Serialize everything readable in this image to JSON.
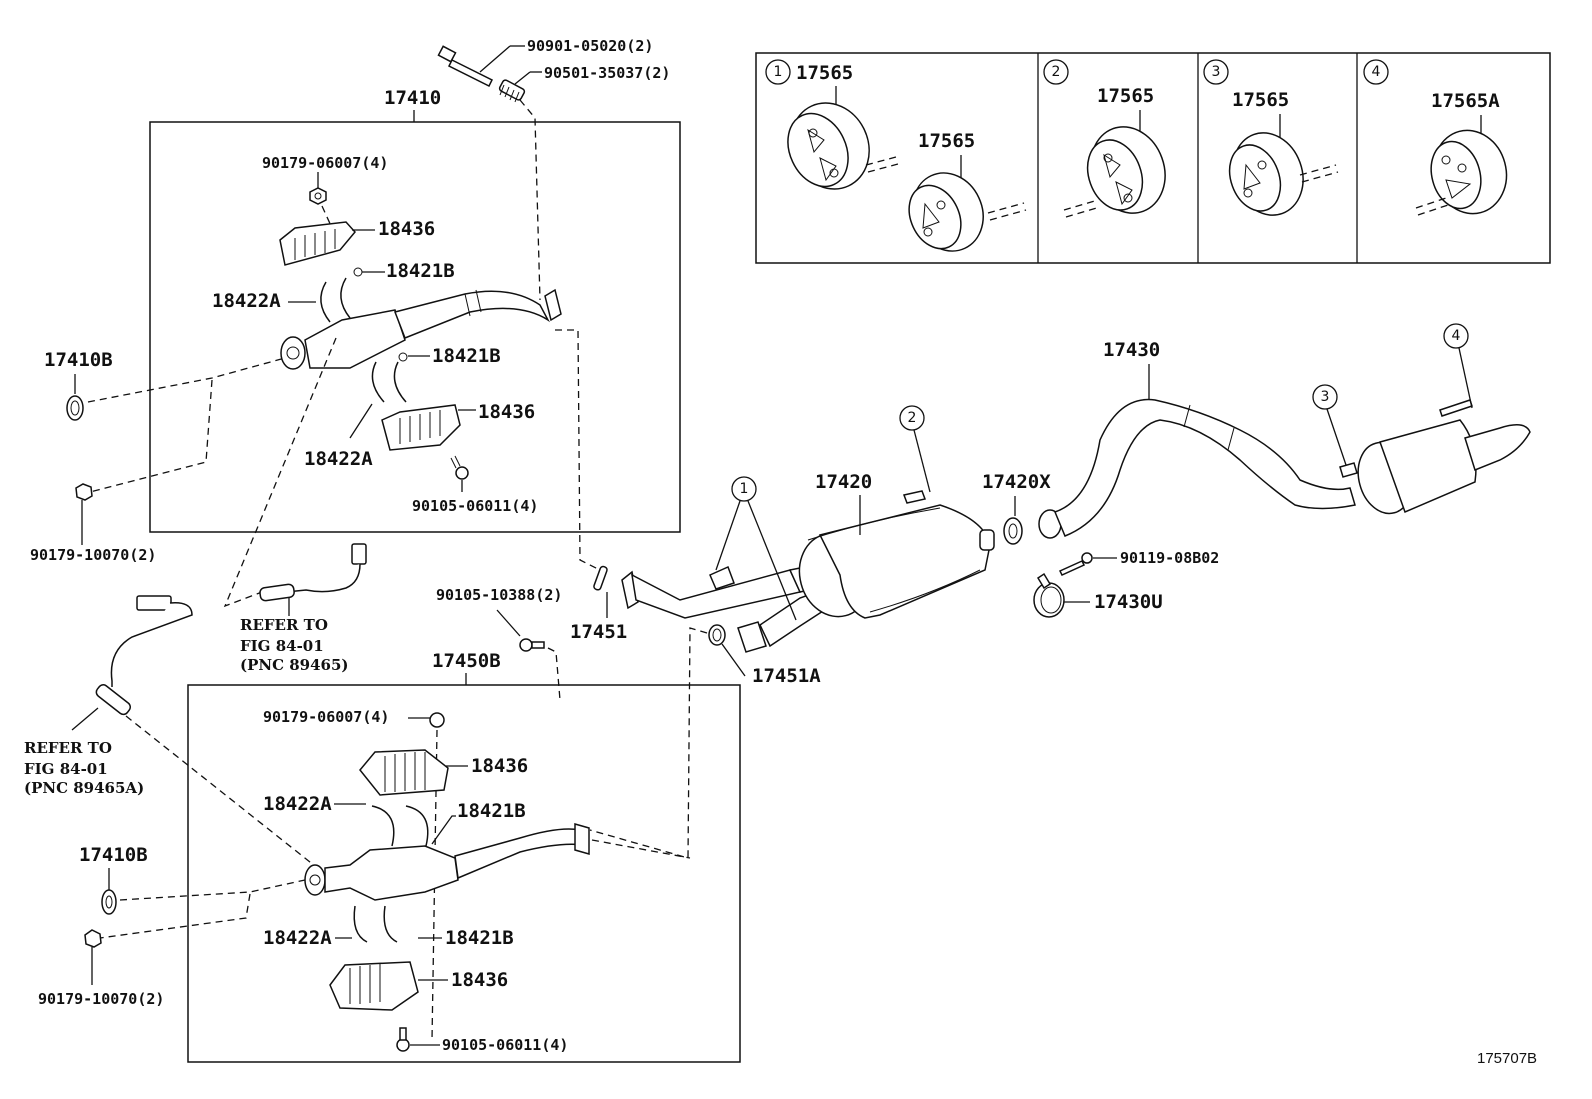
{
  "figure_id": "175707B",
  "inset_panels": [
    {
      "key": "1",
      "parts": [
        "17565",
        "17565"
      ]
    },
    {
      "key": "2",
      "parts": [
        "17565"
      ]
    },
    {
      "key": "3",
      "parts": [
        "17565"
      ]
    },
    {
      "key": "4",
      "parts": [
        "17565A"
      ]
    }
  ],
  "upper_assembly": {
    "title": "17410",
    "labels": {
      "bolt": "90901-05020(2)",
      "spring": "90501-35037(2)",
      "nut": "90179-06007(4)",
      "insulator_top": "18436",
      "clamp_b_top": "18421B",
      "clamp_a_top": "18422A",
      "clamp_b_bottom": "18421B",
      "insulator_bottom": "18436",
      "clamp_a_bottom": "18422A",
      "screw": "90105-06011(4)"
    }
  },
  "upper_outside": {
    "gasket": "17410B",
    "nut": "90179-10070(2)"
  },
  "sensor_upper": {
    "line1": "REFER TO",
    "line2": "FIG 84-01",
    "line3": "(PNC 89465)"
  },
  "sensor_lower": {
    "line1": "REFER TO",
    "line2": "FIG 84-01",
    "line3": "(PNC 89465A)"
  },
  "middle": {
    "spring_17451": "17451",
    "bolt_90105": "90105-10388(2)",
    "gasket_17451A": "17451A"
  },
  "lower_assembly": {
    "title": "17450B",
    "labels": {
      "nut": "90179-06007(4)",
      "insulator_top": "18436",
      "clamp_a_top": "18422A",
      "clamp_b_top": "18421B",
      "clamp_a_bottom": "18422A",
      "clamp_b_bottom": "18421B",
      "insulator_bottom": "18436",
      "screw": "90105-06011(4)"
    }
  },
  "lower_outside": {
    "gasket": "17410B",
    "nut": "90179-10070(2)"
  },
  "center_muffler": {
    "label": "17420",
    "gasket": "17420X",
    "callout_1": "1",
    "callout_2": "2"
  },
  "tail": {
    "pipe": "17430",
    "bolt": "90119-08B02",
    "clamp": "17430U",
    "callout_3": "3",
    "callout_4": "4"
  }
}
